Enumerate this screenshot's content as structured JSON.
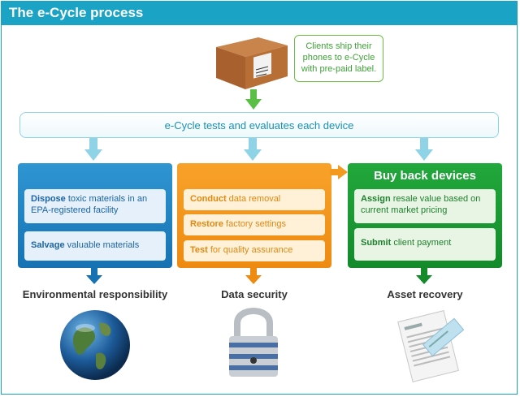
{
  "title": "The e-Cycle process",
  "callout": [
    "Clients ship their",
    "phones to e-Cycle",
    "with pre-paid label."
  ],
  "test_step": "e-Cycle tests and evaluates each device",
  "environmental": {
    "items": [
      {
        "bold": "Dispose",
        "rest": " toxic materials in an EPA-registered facility"
      },
      {
        "bold": "Salvage",
        "rest": " valuable materials"
      }
    ],
    "label": "Environmental responsibility"
  },
  "data_security": {
    "items": [
      {
        "bold": "Conduct",
        "rest": " data removal"
      },
      {
        "bold": "Restore",
        "rest": " factory settings"
      },
      {
        "bold": "Test",
        "rest": " for quality assurance"
      }
    ],
    "label": "Data security"
  },
  "asset_recovery": {
    "heading": "Buy back devices",
    "items": [
      {
        "bold": "Assign",
        "rest": " resale value based on current market pricing"
      },
      {
        "bold": "Submit",
        "rest": " client payment"
      }
    ],
    "label": "Asset recovery"
  },
  "colors": {
    "title_bar": "#1aa3c4",
    "blue_panel": "#1f7fc2",
    "orange_panel": "#f39a1e",
    "green_panel": "#1a9a33",
    "arrow_teal": "#8fd3e6",
    "arrow_green": "#5cbf45"
  },
  "icons": [
    "shipping-box-icon",
    "globe-icon",
    "padlock-icon",
    "document-check-icon"
  ]
}
